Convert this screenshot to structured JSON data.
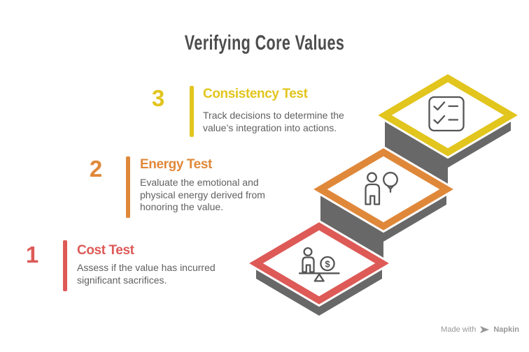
{
  "title": "Verifying Core Values",
  "steps": [
    {
      "number": "1",
      "title": "Cost Test",
      "color": "#dd5a57",
      "icon": "person-coin-balance",
      "desc_lines": [
        "Assess if the value has incurred",
        "significant sacrifices."
      ]
    },
    {
      "number": "2",
      "title": "Energy Test",
      "color": "#e0883a",
      "icon": "person-balloon",
      "desc_lines": [
        "Evaluate the emotional and",
        "physical energy derived from",
        "honoring the value."
      ]
    },
    {
      "number": "3",
      "title": "Consistency Test",
      "color": "#e2c51d",
      "icon": "checklist",
      "desc_lines": [
        "Track decisions to determine the",
        "value’s integration into actions."
      ]
    }
  ],
  "staircase": {
    "coin_symbol": "$"
  },
  "colors": {
    "red": "#dd5a57",
    "orange": "#e0883a",
    "yellow": "#e2c51d",
    "platform_gray": "#686868",
    "icon_gray": "#555555",
    "title_gray": "#4d4d4d",
    "desc_gray": "#606060",
    "footer_gray": "#989898"
  },
  "footer": {
    "made_with": "Made with",
    "brand": "Napkin"
  }
}
